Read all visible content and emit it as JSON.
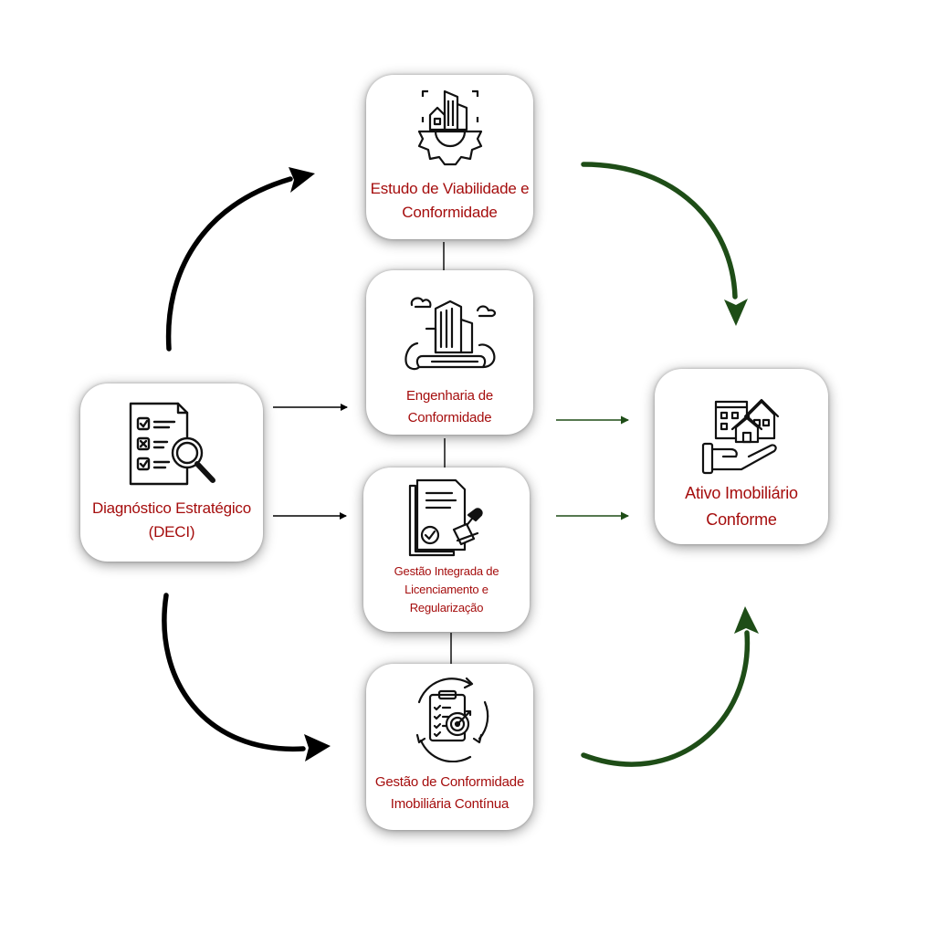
{
  "diagram": {
    "colors": {
      "label": "#a50d0d",
      "arrow_dark": "#000000",
      "arrow_green": "#1e4d17",
      "card_bg": "#ffffff"
    },
    "nodes": {
      "diagnostico": {
        "label": "Diagnóstico Estratégico\n(DECI)",
        "icon": "checklist-magnifier-icon"
      },
      "estudo": {
        "label": "Estudo de Viabilidade e\nConformidade",
        "icon": "building-gear-icon"
      },
      "engenharia": {
        "label": "Engenharia de\nConformidade",
        "icon": "building-blueprint-icon"
      },
      "gestao_integrada": {
        "label": "Gestão Integrada de\nLicenciamento e\nRegularização",
        "icon": "document-stamp-icon"
      },
      "gestao_continua": {
        "label": "Gestão de Conformidade\nImobiliária Contínua",
        "icon": "clipboard-target-cycle-icon"
      },
      "ativo": {
        "label": "Ativo Imobiliário\nConforme",
        "icon": "hand-holding-houses-icon"
      }
    }
  }
}
